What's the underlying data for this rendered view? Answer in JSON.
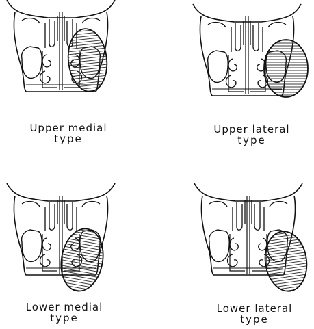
{
  "figure": {
    "panels": [
      {
        "id": "upper-medial",
        "caption_line1": "Upper medial",
        "caption_line2": "type"
      },
      {
        "id": "upper-lateral",
        "caption_line1": "Upper lateral",
        "caption_line2": "type"
      },
      {
        "id": "lower-medial",
        "caption_line1": "Lower medial",
        "caption_line2": "type"
      },
      {
        "id": "lower-lateral",
        "caption_line1": "Lower lateral",
        "caption_line2": "type"
      }
    ]
  }
}
